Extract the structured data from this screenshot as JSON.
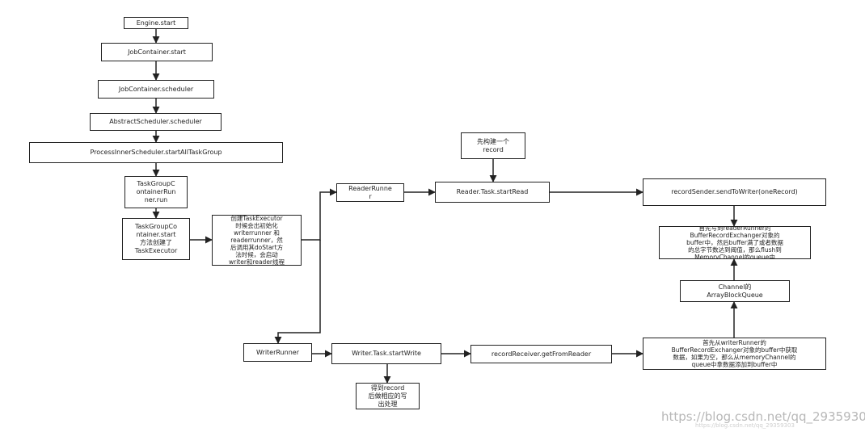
{
  "nodes": {
    "engine_start": "Engine.start",
    "job_container_start": "JobContainer.start",
    "job_container_scheduler": "JobContainer.scheduler",
    "abstract_scheduler": "AbstractScheduler.scheduler",
    "process_inner_scheduler": "ProcessInnerScheduler.startAllTaskGroup",
    "taskgroup_runner_run": "TaskGroupC\nontainerRun\nner.run",
    "taskgroup_container_start": "TaskGroupCo\nntainer.start\n方法创建了\nTaskExecutor",
    "create_task_executor": "创建TaskExecutor\n时候会出初始化\nwriterrunner 和\nreaderrunner，然\n后调用其doStart方\n法时候，会启动\nwriter和reader线程",
    "reader_runner": "ReaderRunne\nr",
    "build_record": "先构建一个\nrecord",
    "reader_task_start_read": "Reader.Task.startRead",
    "record_sender_send": "recordSender.sendToWriter(oneRecord)",
    "write_to_buffer": "首先写到readerRunner的\nBufferRecordExchanger对象的\nbuffer中，然后buffer满了或者数据\n的总字节数达到阈值，那么flush到\nMemoryChannel的queue中",
    "channel_queue": "Channel的\nArrayBlockQueue",
    "writer_runner": "WriterRunner",
    "writer_task_start_write": "Writer.Task.startWrite",
    "record_receiver_get": "recordReceiver.getFromReader",
    "read_from_buffer": "首先从writerRunner的\nBufferRecordExchanger对象的buffer中获取\n数据，如果为空，那么从memoryChannel的\nqueue中拿数据添加到buffer中",
    "post_process_record": "得到record\n后做相应的写\n出处理"
  },
  "watermark": "https://blog.csdn.net/qq_29359303",
  "watermark_sub": "https://blog.csdn.net/qq_29359303"
}
